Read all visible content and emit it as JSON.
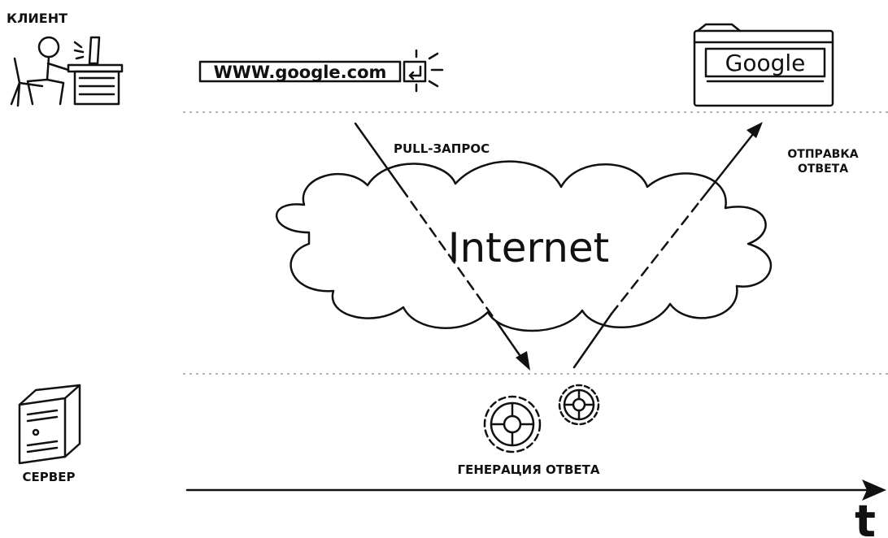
{
  "labels": {
    "client": "КЛИЕНТ",
    "server": "СЕРВЕР",
    "pull_request": "PULL-ЗАПРОС",
    "send_response_line1": "ОТПРАВКА",
    "send_response_line2": "ОТВЕТА",
    "generate_response": "ГЕНЕРАЦИЯ ОТВЕТА",
    "internet": "Internet",
    "time_axis": "t"
  },
  "url_bar": {
    "text": "WWW.google.com"
  },
  "browser": {
    "logo_text": "Google"
  },
  "icons": [
    "person-at-computer-icon",
    "enter-key-icon",
    "browser-window-icon",
    "server-tower-icon",
    "gears-icon",
    "cloud-icon"
  ]
}
